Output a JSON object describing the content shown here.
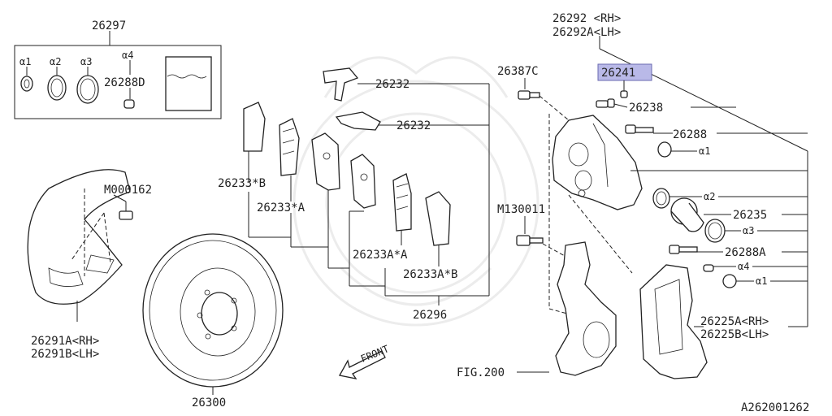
{
  "labels": {
    "kit": "26297",
    "a1_top": "α1",
    "a2_top": "α2",
    "a3_top": "α3",
    "a4_top": "α4",
    "pin_kit": "26288D",
    "bolt_shield": "M000162",
    "shield": "26291A<RH>",
    "shield_lh": "26291B<LH>",
    "rotor": "26300",
    "clip_1": "26232",
    "clip_2": "26232",
    "pad_b": "26233*B",
    "pad_a": "26233*A",
    "pad_aa": "26233A*A",
    "pad_ab": "26233A*B",
    "pad_set": "26296",
    "front": "FRONT",
    "caliper_rh": "26292 <RH>",
    "caliper_lh": "26292A<LH>",
    "bolt_top": "26387C",
    "bleeder_cap": "26241",
    "bleeder": "26238",
    "pin_upper": "26288",
    "a1_right": "α1",
    "a2_right": "α2",
    "piston": "26235",
    "a3_right": "α3",
    "pin_lower": "26288A",
    "a4_right": "α4",
    "a1_right_low": "α1",
    "bolt_lower": "M130011",
    "knuckle_ref": "FIG.200",
    "support_rh": "26225A<RH>",
    "support_lh": "26225B<LH>",
    "diagram_id": "A262001262"
  },
  "colors": {
    "highlight": "#b9b9e8",
    "line": "#222222"
  }
}
